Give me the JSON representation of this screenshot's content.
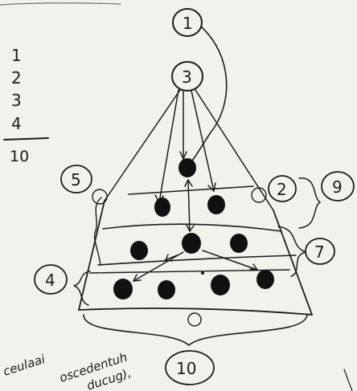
{
  "tally": {
    "lines": [
      "1",
      "2",
      "3",
      "4"
    ],
    "total": "10"
  },
  "labels": {
    "l1": "1",
    "l2": "2",
    "l3": "3",
    "l4": "4",
    "l5": "5",
    "l7": "7",
    "l9": "9",
    "l10": "10"
  },
  "notes": {
    "line1": "ceulaai",
    "line2": "oscedentuh",
    "line3": "ducug),"
  }
}
